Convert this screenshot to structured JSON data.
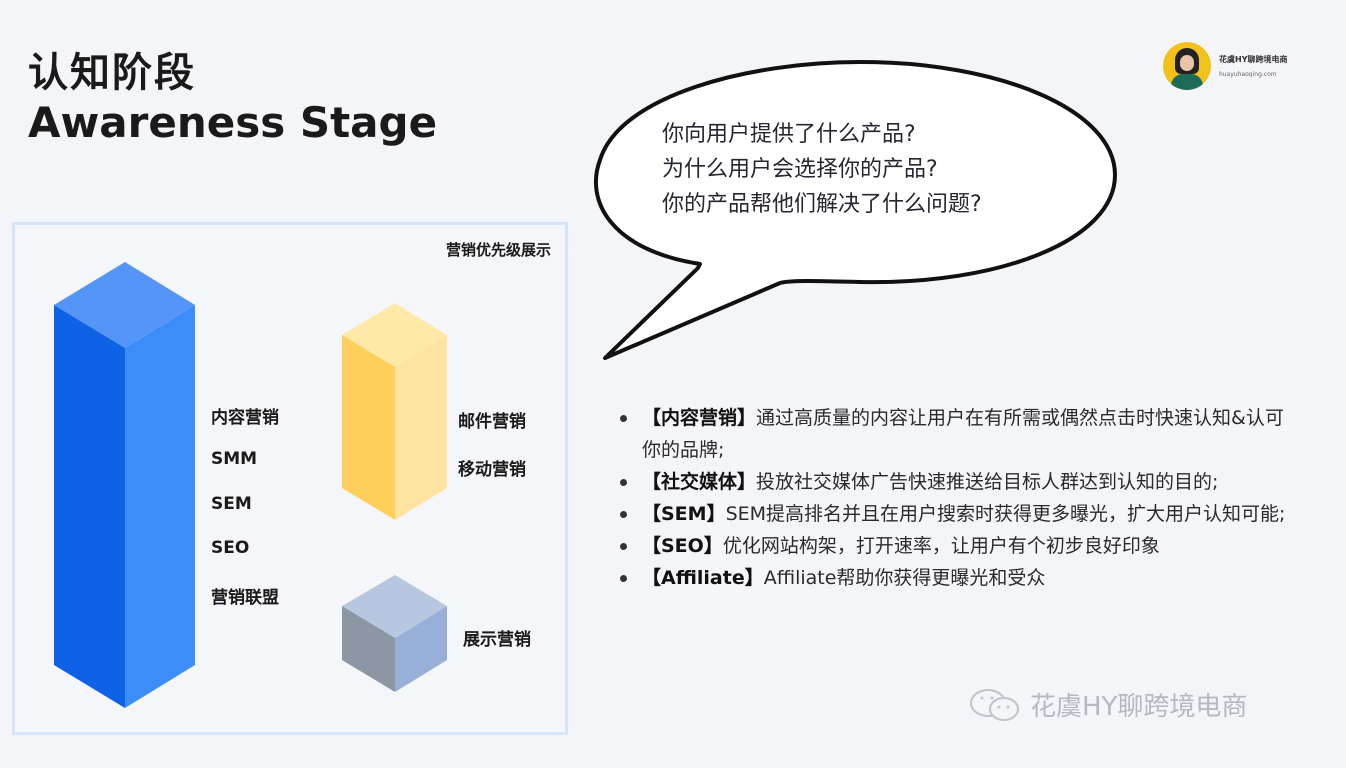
{
  "header": {
    "title_cn": "认知阶段",
    "title_en": "Awareness Stage"
  },
  "brand": {
    "name": "花虞HY聊跨境电商",
    "url": "huayuhaoqing.com",
    "avatar_bg": "#f2c21a"
  },
  "panel": {
    "title": "营销优先级展示",
    "border_color": "#d6e4fa",
    "tiers": [
      {
        "level": "high",
        "color": "#1a6ff0",
        "labels": [
          "内容营销",
          "SMM",
          "SEM",
          "SEO",
          "营销联盟"
        ]
      },
      {
        "level": "medium",
        "color": "#ffd060",
        "labels": [
          "邮件营销",
          "移动营销"
        ]
      },
      {
        "level": "low",
        "color": "#9aa9c4",
        "labels": [
          "展示营销"
        ]
      }
    ]
  },
  "bubble": {
    "lines": [
      "你向用户提供了什么产品?",
      "为什么用户会选择你的产品?",
      "你的产品帮他们解决了什么问题?"
    ]
  },
  "bullets": [
    {
      "tag": "【内容营销】",
      "text": "通过高质量的内容让用户在有所需或偶然点击时快速认知&认可你的品牌;"
    },
    {
      "tag": "【社交媒体】",
      "text": "投放社交媒体广告快速推送给目标人群达到认知的目的;"
    },
    {
      "tag": "【SEM】",
      "text": "SEM提高排名并且在用户搜索时获得更多曝光，扩大用户认知可能;"
    },
    {
      "tag": "【SEO】",
      "text": "优化网站构架，打开速率，让用户有个初步良好印象"
    },
    {
      "tag": "【Affiliate】",
      "text": "Affiliate帮助你获得更曝光和受众"
    }
  ],
  "watermark": {
    "text": "花虞HY聊跨境电商",
    "icon": "wechat-icon"
  }
}
